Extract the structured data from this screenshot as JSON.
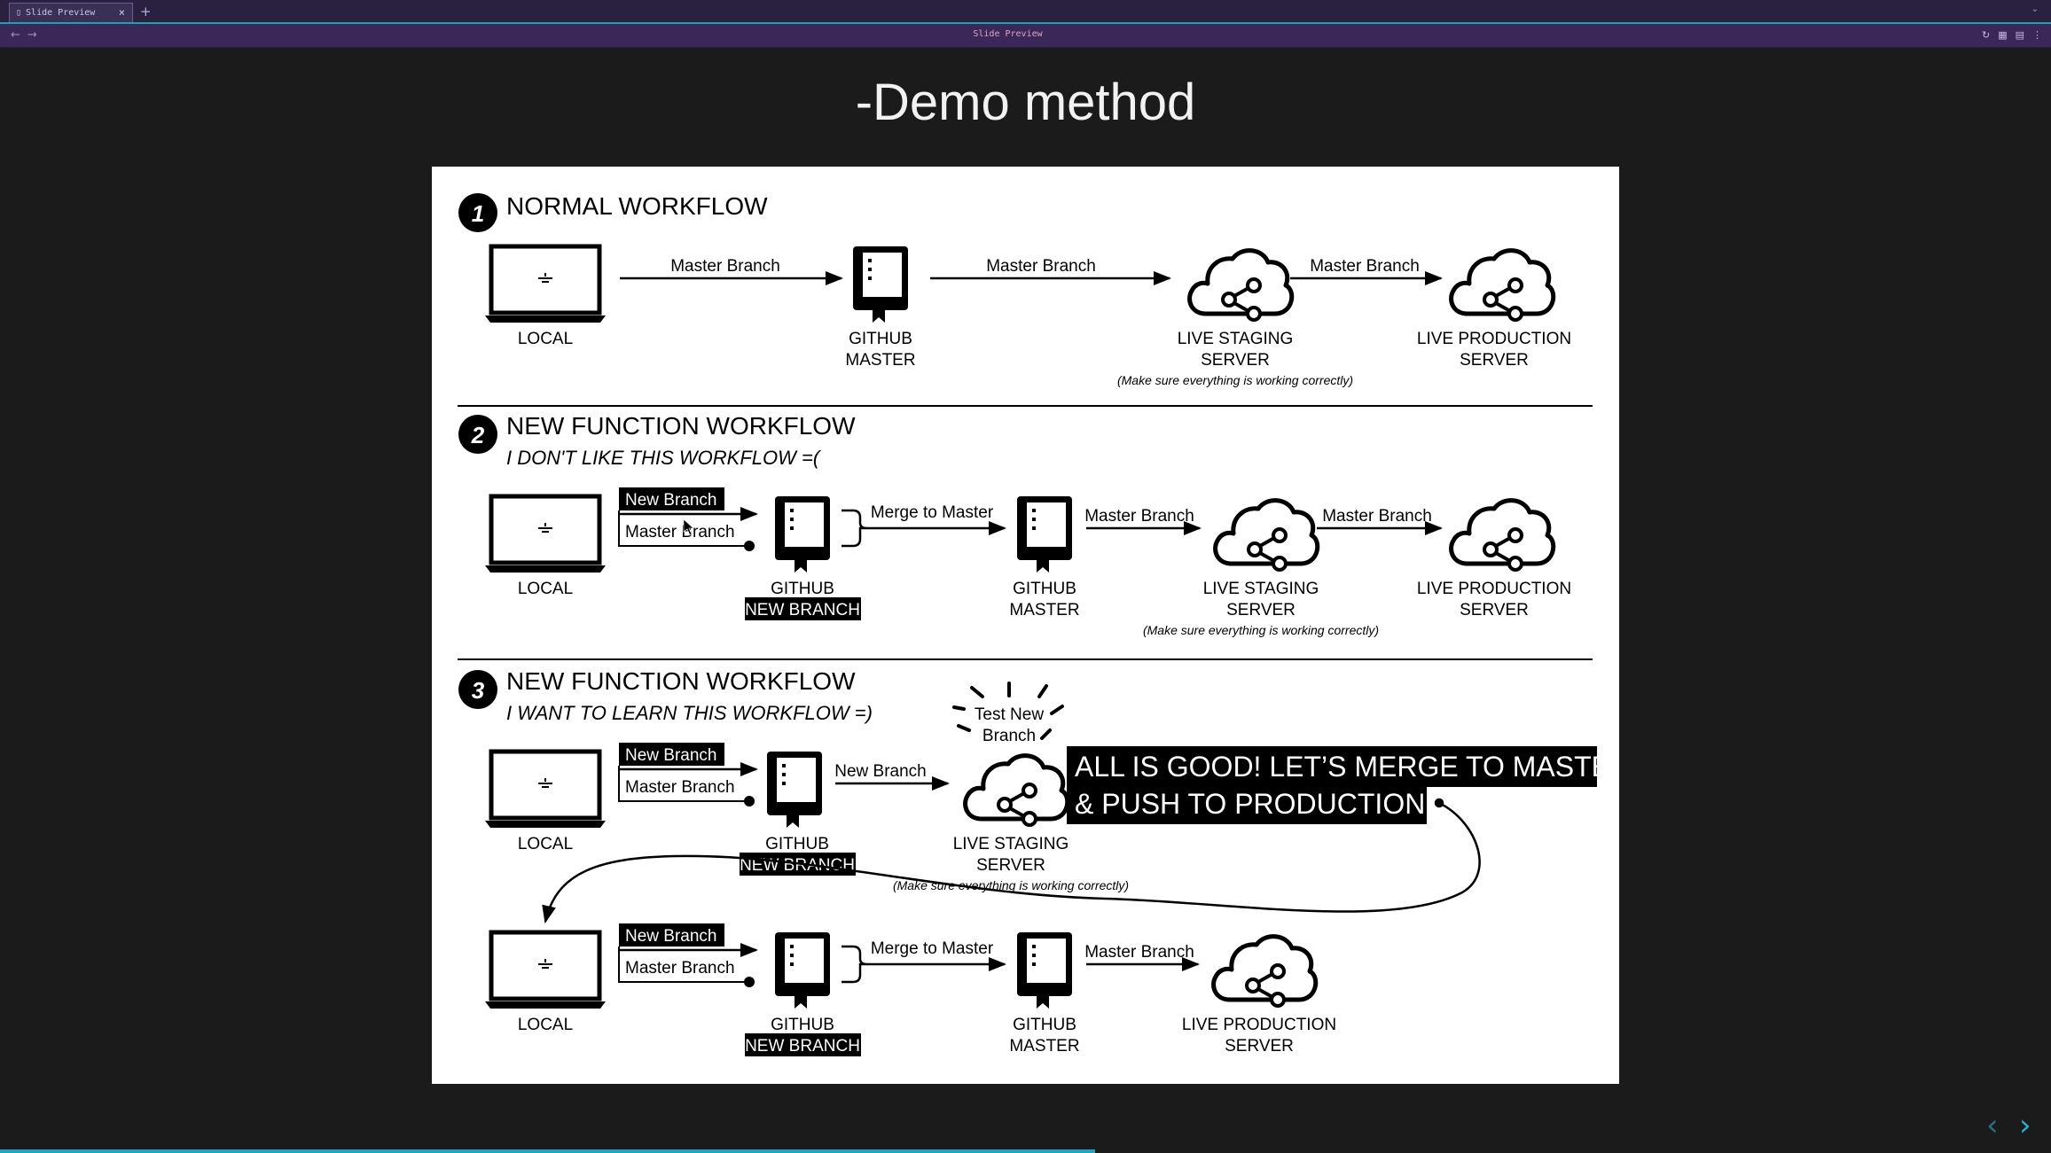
{
  "browser": {
    "tab_title": "Slide Preview",
    "tab_close": "×",
    "tab_add": "+",
    "tab_menu": "⌄",
    "back": "←",
    "forward": "→",
    "address_title": "Slide Preview"
  },
  "slide": {
    "title": "-Demo method",
    "progress": 0.534
  },
  "diagram": {
    "accent": "#000000",
    "sections": {
      "s1": {
        "num": "1",
        "title": "NORMAL WORKFLOW"
      },
      "s2": {
        "num": "2",
        "title": "NEW FUNCTION WORKFLOW",
        "subtitle": "I DON'T LIKE THIS WORKFLOW =("
      },
      "s3": {
        "num": "3",
        "title": "NEW FUNCTION WORKFLOW",
        "subtitle": "I WANT TO LEARN THIS WORKFLOW =)"
      }
    },
    "labels": {
      "local": "LOCAL",
      "github": "GITHUB",
      "master": "MASTER",
      "new_branch_caps": "NEW BRANCH",
      "live_staging": "LIVE STAGING",
      "live_production": "LIVE PRODUCTION",
      "server": "SERVER",
      "master_branch": "Master Branch",
      "new_branch": "New Branch",
      "merge_to_master": "Merge to Master",
      "make_sure": "(Make sure everything is working correctly)",
      "test_new": "Test New",
      "branch": "Branch",
      "all_good_1": "ALL IS GOOD! LET’S MERGE TO MASTER",
      "all_good_2": "& PUSH TO PRODUCTION!"
    }
  }
}
